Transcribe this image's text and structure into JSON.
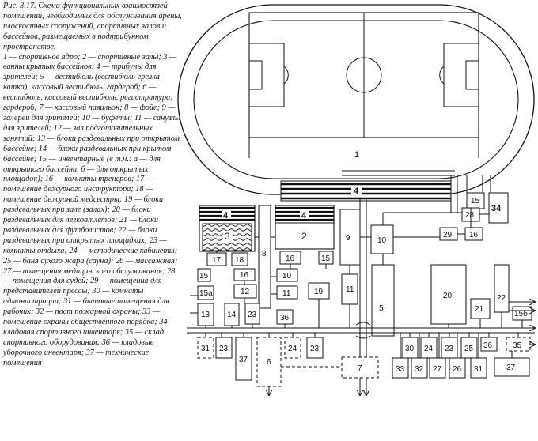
{
  "caption": {
    "title": "Рис. 3.17. Схема функциональных взаимосвязей помещений, необходимых для обслуживания арены, плоскостных сооружений, спортивных залов и бассейнов, размещаемых в подтрибунном пространстве.",
    "legend": "1 — спортивное ядро; 2 — спортивные залы; 3 — ванны крытых бассейнов; 4 — трибуны для зрителей; 5 — вестибюль (вестибюль-грелка катка), кассовый вестибюль, гардероб; 6 — вестибюль, кассовый вестибюль, регистратура, гардероб; 7 — кассовый павильон; 8 — фойе; 9 — галереи для зрителей; 10 — буфеты; 11 — санузлы для зрителей; 12 — зал подготовительных занятий; 13 — блоки раздевальных при открытом бассейне; 14 — блоки раздевальных при крытом бассейне; 15 — инвентарные (в т.ч.: а — для открытого бассейна, б — для открытых площадок); 16 — комнаты тренеров; 17 — помещение дежурного инструктора; 18 — помещение дежурной медсестры; 19 — блоки раздевальных при зале (залах); 20 — блоки раздевальных для легкоатлетов; 21 — блоки раздевальных для футболистов; 22 — блоки раздевальных при открытых площадках; 23 — комнаты отдыха; 24 — методические кабинеты; 25 — баня сухого жара (сауна); 26 — массажная; 27 — помещения медицинского обслуживания; 28 — помещения для судей; 29 — помещения для представителей прессы; 30 — комнаты администрации; 31 — бытовые помещения для рабочих; 32 — пост пожарной охраны; 33 — помещение охраны общественного порядка; 34 — кладовая спортивного инвентаря; 35 — склад спортивного оборудования; 36 — кладовые уборочного инвентаря; 37 — технические помещения"
  },
  "labels": {
    "core": "1",
    "stand_top": "4",
    "stand_left": "4",
    "stand_mid": "4",
    "pool": "3",
    "halls": "2",
    "foyer": "8",
    "gallery": "9",
    "buffet": "10",
    "wc": "11",
    "prep_hall": "12",
    "open_pool_lockers": "13",
    "pool_lockers": "14",
    "inv_left": "15",
    "inv_a": "15а",
    "inv_b": "15б",
    "inv_hall": "15",
    "inv_top": "15",
    "coach_pool": "16",
    "coach_hall": "16",
    "coach_right": "16",
    "instructor": "17",
    "nurse": "18",
    "hall_lockers": "19",
    "athletes_lockers": "20",
    "football_lockers": "21",
    "open_lockers": "22",
    "rest_1": "23",
    "rest_2": "23",
    "rest_3": "23",
    "rest_4": "23",
    "methodic_1": "24",
    "methodic_2": "24",
    "sauna": "25",
    "massage": "26",
    "medical": "27",
    "judges": "28",
    "press": "29",
    "admin": "30",
    "workers_1": "31",
    "workers_2": "31",
    "fire": "32",
    "police": "33",
    "inventory_store": "34",
    "warehouse": "35",
    "cleaning_1": "36",
    "cleaning_2": "36",
    "tech_1": "37",
    "tech_2": "37",
    "lobby_main": "5",
    "lobby_side": "6",
    "ticket_pavilion": "7"
  }
}
